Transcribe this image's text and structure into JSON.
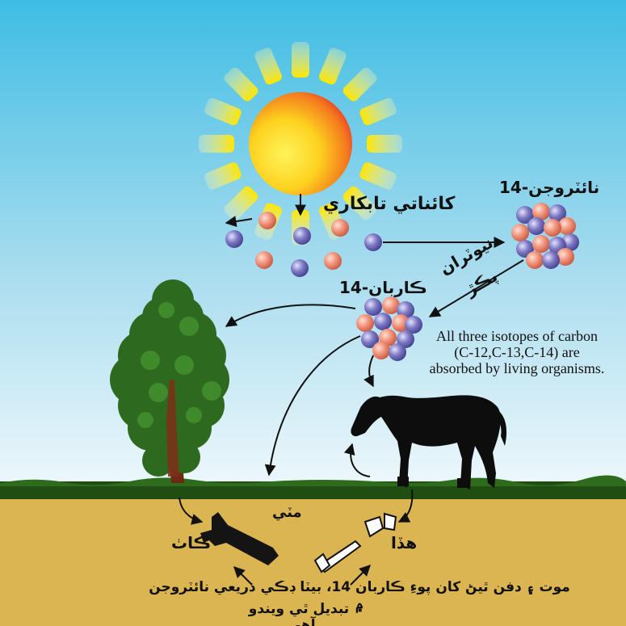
{
  "labels": {
    "cosmic_radiation": "كائناتي تابكاري",
    "nitrogen14": "نائٽروجن-14",
    "neutron_capture_line1": "نيوٽران",
    "neutron_capture_line2": "پڪڙ",
    "carbon14": "ڪاربان-14",
    "isotopes_note": "All three isotopes of carbon (C-12,C-13,C-14) are absorbed by living organisms.",
    "soil": "مٽي",
    "wood": "ڪاٺ",
    "bones": "هڏا",
    "death_note_line1": "موت ۽ دفن ٿيڻ کان پوءِ ڪاربان 14، بيٽا ڊڪي ذريعي نائٽروجن ۾",
    "death_note_line2": "تبديل ٿي ويندو آهي."
  },
  "colors": {
    "sky_top": "#3fbde4",
    "sky_bottom": "#eef8fb",
    "grass": "#1f4d12",
    "soil": "#dcb553",
    "sun_core": "#fde233",
    "sun_edge": "#e8242a",
    "proton": "#f0937b",
    "neutron": "#7c78c2",
    "tree": "#2d6a1f",
    "trunk": "#6b2a14"
  }
}
